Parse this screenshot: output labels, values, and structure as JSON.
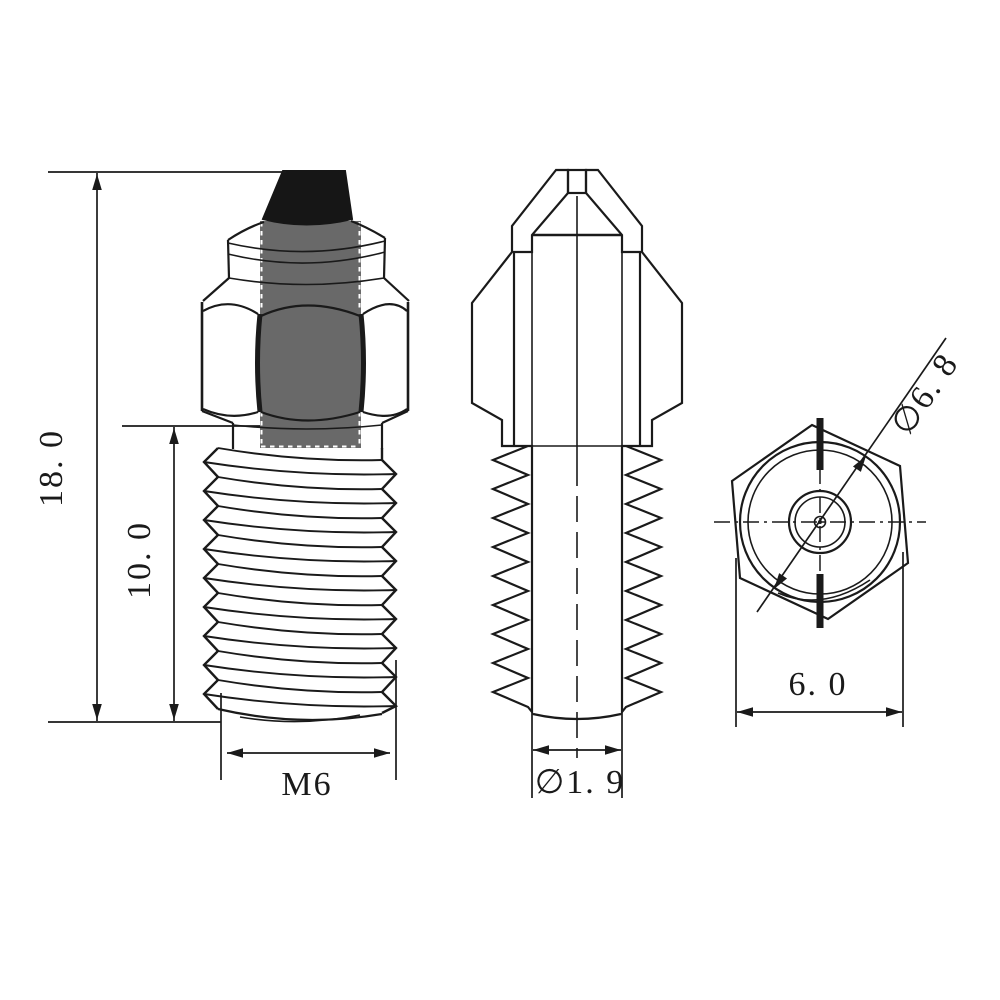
{
  "drawing": {
    "colors": {
      "line": "#1a1a1a",
      "insert_gray": "#696969",
      "tip_black": "#161616",
      "background": "#ffffff"
    },
    "dimensions": {
      "overall_height": "18. 0",
      "thread_length": "10. 0",
      "thread_spec": "M6",
      "bore_diameter": "∅1. 9",
      "head_diameter": "∅6. 8",
      "hex_width": "6. 0"
    }
  }
}
